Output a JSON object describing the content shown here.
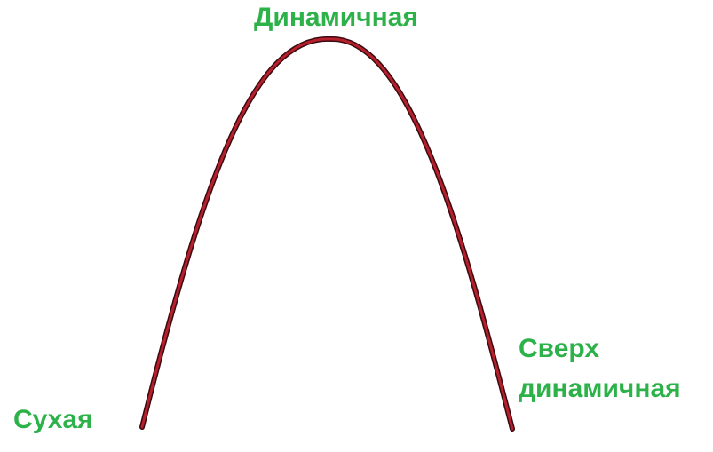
{
  "labels": {
    "peak": "Динамичная",
    "left_end": "Сухая",
    "right_end_line1": "Сверх",
    "right_end_line2": "динамичная"
  },
  "colors": {
    "curve_outline": "#3a0a10",
    "curve_fill": "#b5202c",
    "label_text": "#2db24a"
  }
}
